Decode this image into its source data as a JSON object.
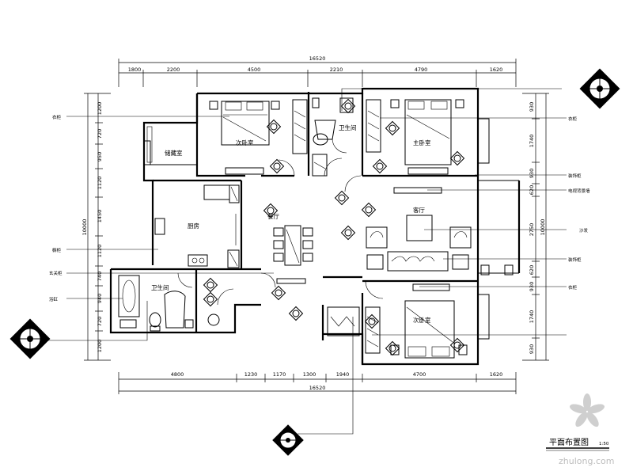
{
  "drawing": {
    "title": "平面布置图",
    "scale_note": "1:50",
    "total_top": "16520",
    "total_bottom": "16520",
    "top_dims": [
      "1800",
      "2200",
      "4500",
      "2210",
      "4790",
      "1620"
    ],
    "bottom_dims": [
      "4800",
      "1230",
      "1170",
      "1300",
      "1940",
      "4700",
      "1620"
    ],
    "left_dims": [
      "1200",
      "720",
      "950",
      "1120",
      "1450",
      "1120",
      "740",
      "940",
      "720",
      "1200"
    ],
    "left_total": "10000",
    "right_dims": [
      "930",
      "1740",
      "930",
      "620",
      "2750",
      "620",
      "930",
      "1740",
      "930"
    ],
    "right_total": "10000"
  },
  "rooms": {
    "bedroom_top_left": "次卧室",
    "bathroom_top": "卫生间",
    "master_bedroom": "主卧室",
    "storage": "储藏室",
    "kitchen": "厨房",
    "dining": "餐厅",
    "living": "客厅",
    "bathroom_bottom": "卫生间",
    "bedroom_bottom_right": "次卧室"
  },
  "left_labels": [
    "衣柜",
    "橱柜",
    "玄关柜",
    "浴缸"
  ],
  "right_labels": [
    "衣柜",
    "装饰柜",
    "电视背景墙",
    "沙发",
    "装饰柜",
    "衣柜"
  ],
  "watermark": "zhulong.com"
}
